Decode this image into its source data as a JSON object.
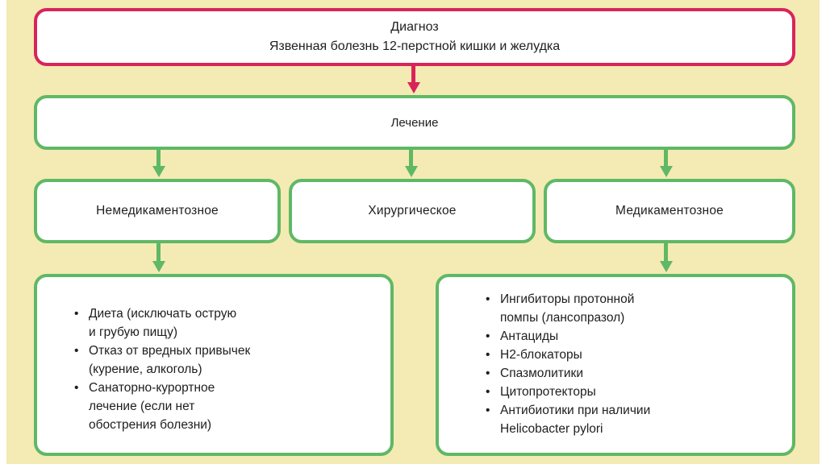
{
  "colors": {
    "background": "#f4eab4",
    "diagnosis_border": "#d9245a",
    "green_border": "#5fb865"
  },
  "diagnosis": {
    "title": "Диагноз",
    "text": "Язвенная болезнь 12-перстной кишки и желудка"
  },
  "treatment": {
    "label": "Лечение"
  },
  "categories": {
    "non_drug": "Немедикаментозное",
    "surgical": "Хирургическое",
    "drug": "Медикаментозное"
  },
  "non_drug_items": [
    [
      "Диета (исключать острую",
      "и грубую пищу)"
    ],
    [
      "Отказ от вредных привычек",
      "(курение, алкоголь)"
    ],
    [
      "Санаторно-курортное",
      "лечение (если нет",
      "обострения болезни)"
    ]
  ],
  "drug_items": [
    [
      "Ингибиторы протонной",
      "помпы (лансопразол)"
    ],
    [
      "Антациды"
    ],
    [
      "Н2-блокаторы"
    ],
    [
      "Спазмолитики"
    ],
    [
      "Цитопротекторы"
    ],
    [
      "Антибиотики при наличии",
      "Helicobacter pylori"
    ]
  ]
}
